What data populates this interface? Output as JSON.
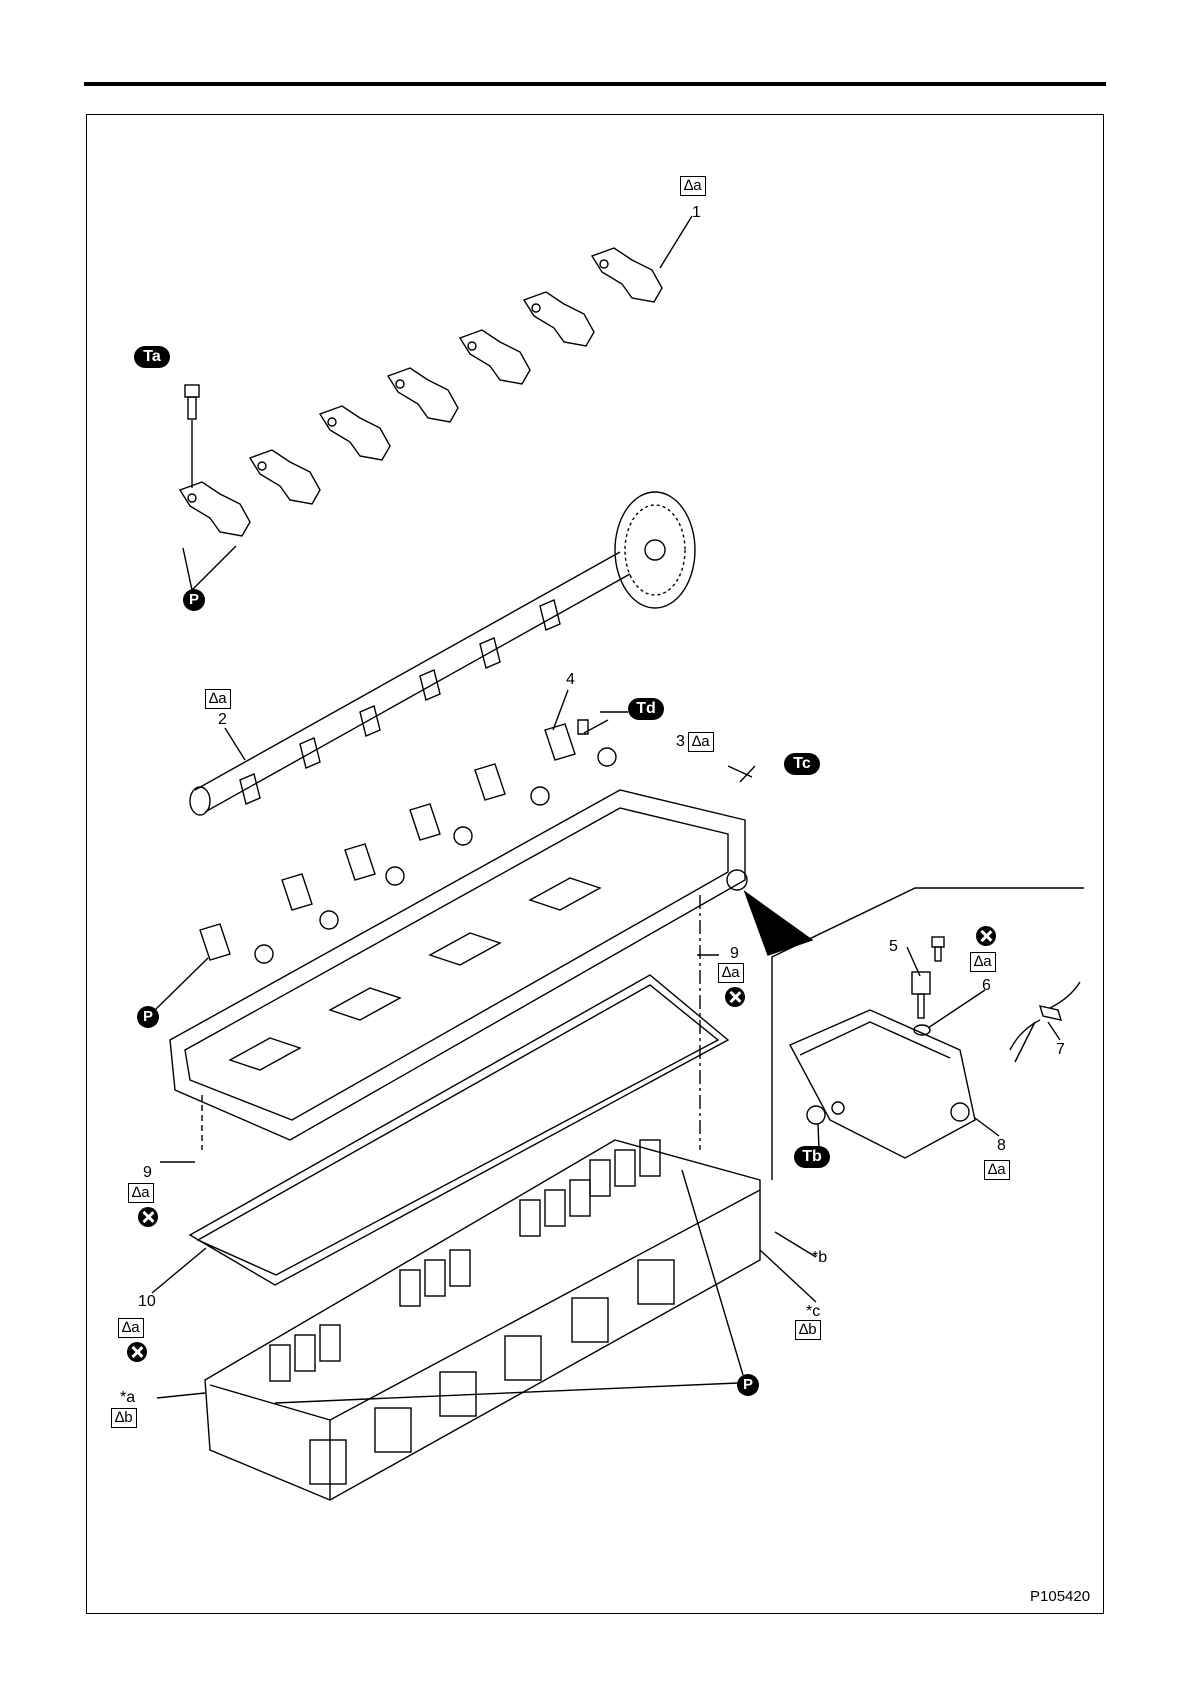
{
  "figure_code": "P105420",
  "callouts": {
    "n1": "1",
    "n2": "2",
    "n3": "3",
    "n4": "4",
    "n5": "5",
    "n6": "6",
    "n7": "7",
    "n8": "8",
    "n9a": "9",
    "n9b": "9",
    "n10": "10",
    "star_a": "*a",
    "star_b": "*b",
    "star_c": "*c"
  },
  "badges": {
    "torque_a": "Ta",
    "torque_b": "Tb",
    "torque_c": "Tc",
    "torque_d": "Td",
    "sealant_a": "a",
    "sealant_b": "b",
    "lubricant": "P",
    "replace_icon": "cross-circle-icon",
    "sealant_icon": "sealant-tube-icon"
  }
}
